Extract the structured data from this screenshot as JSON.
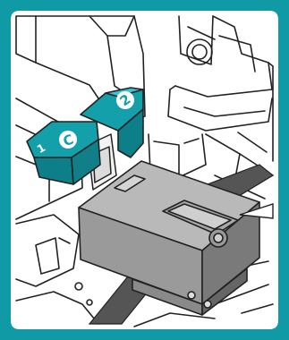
{
  "illustration": {
    "latch_labels": {
      "front": "1",
      "front_letter": "C",
      "rear": "2"
    },
    "colors": {
      "border": "#0f9aa6",
      "latch": "#14a0aa",
      "latch_dark": "#0c7f88",
      "module": "#9a9a9a",
      "module_top": "#b9b9b9",
      "module_dark": "#6f6f6f",
      "cable": "#555555",
      "line": "#222222",
      "background": "#ffffff"
    },
    "icons": [
      "latch-1c-icon",
      "latch-2-icon",
      "module-icon",
      "ribbon-cable-icon"
    ]
  }
}
